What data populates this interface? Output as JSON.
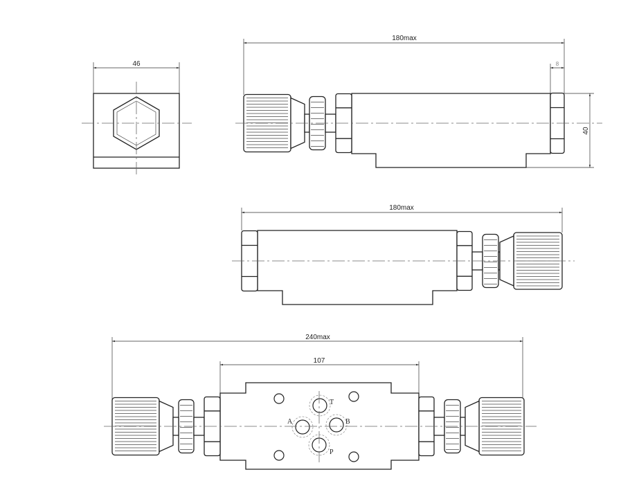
{
  "end_view": {
    "width_dim": "46"
  },
  "side_view_top": {
    "length_dim": "180max",
    "nut_dim": "8",
    "height_dim": "40"
  },
  "side_view_mirrored": {
    "length_dim": "180max"
  },
  "plan_view": {
    "length_dim": "240max",
    "body_dim": "107",
    "ports": {
      "T": "T",
      "A": "A",
      "B": "B",
      "P": "P"
    }
  }
}
